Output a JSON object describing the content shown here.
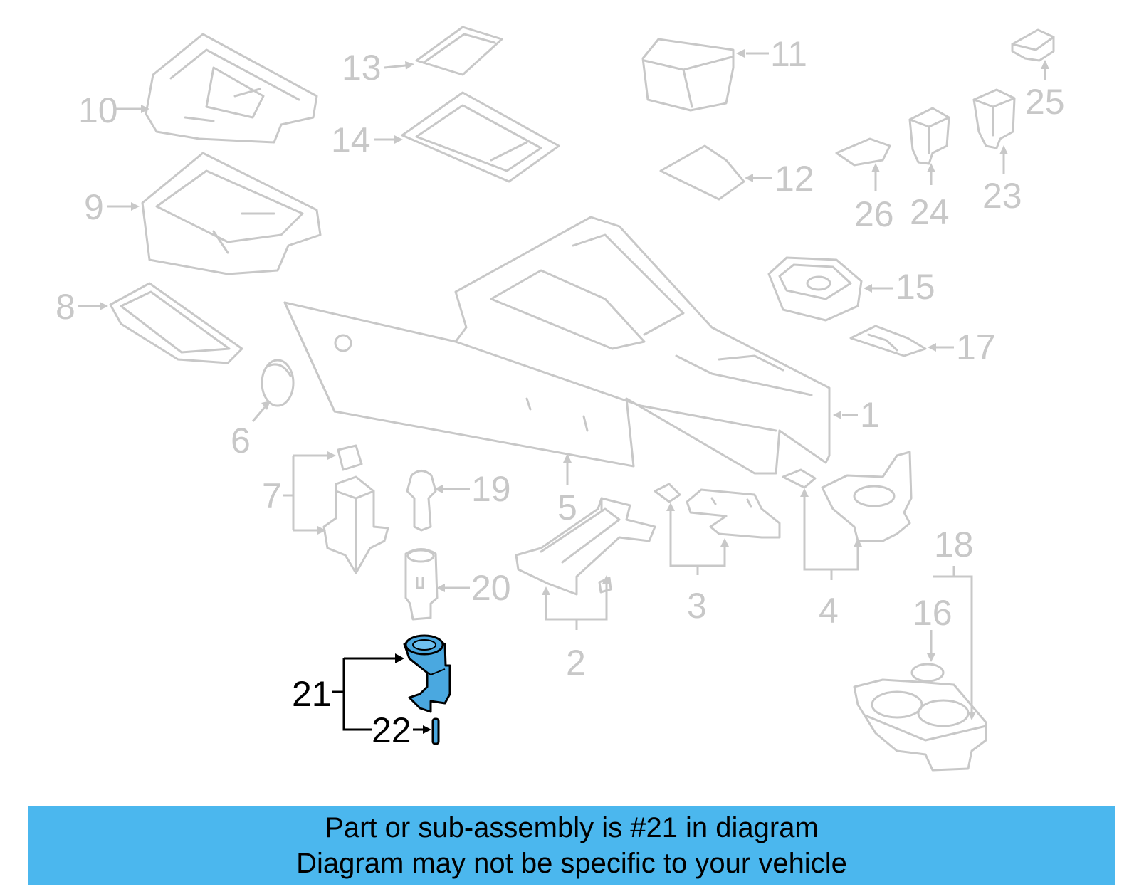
{
  "callouts": {
    "c1": "1",
    "c2": "2",
    "c3": "3",
    "c4": "4",
    "c5": "5",
    "c6": "6",
    "c7": "7",
    "c8": "8",
    "c9": "9",
    "c10": "10",
    "c11": "11",
    "c12": "12",
    "c13": "13",
    "c14": "14",
    "c15": "15",
    "c16": "16",
    "c17": "17",
    "c18": "18",
    "c19": "19",
    "c20": "20",
    "c21": "21",
    "c22": "22",
    "c23": "23",
    "c24": "24",
    "c25": "25",
    "c26": "26"
  },
  "highlighted_part": "21",
  "colors": {
    "highlight": "#4aa8e0",
    "banner": "#4bb7ee",
    "muted": "#c8c8c8"
  },
  "banner": {
    "line1": "Part or sub-assembly is #21 in diagram",
    "line2": "Diagram may not be specific to your vehicle"
  }
}
